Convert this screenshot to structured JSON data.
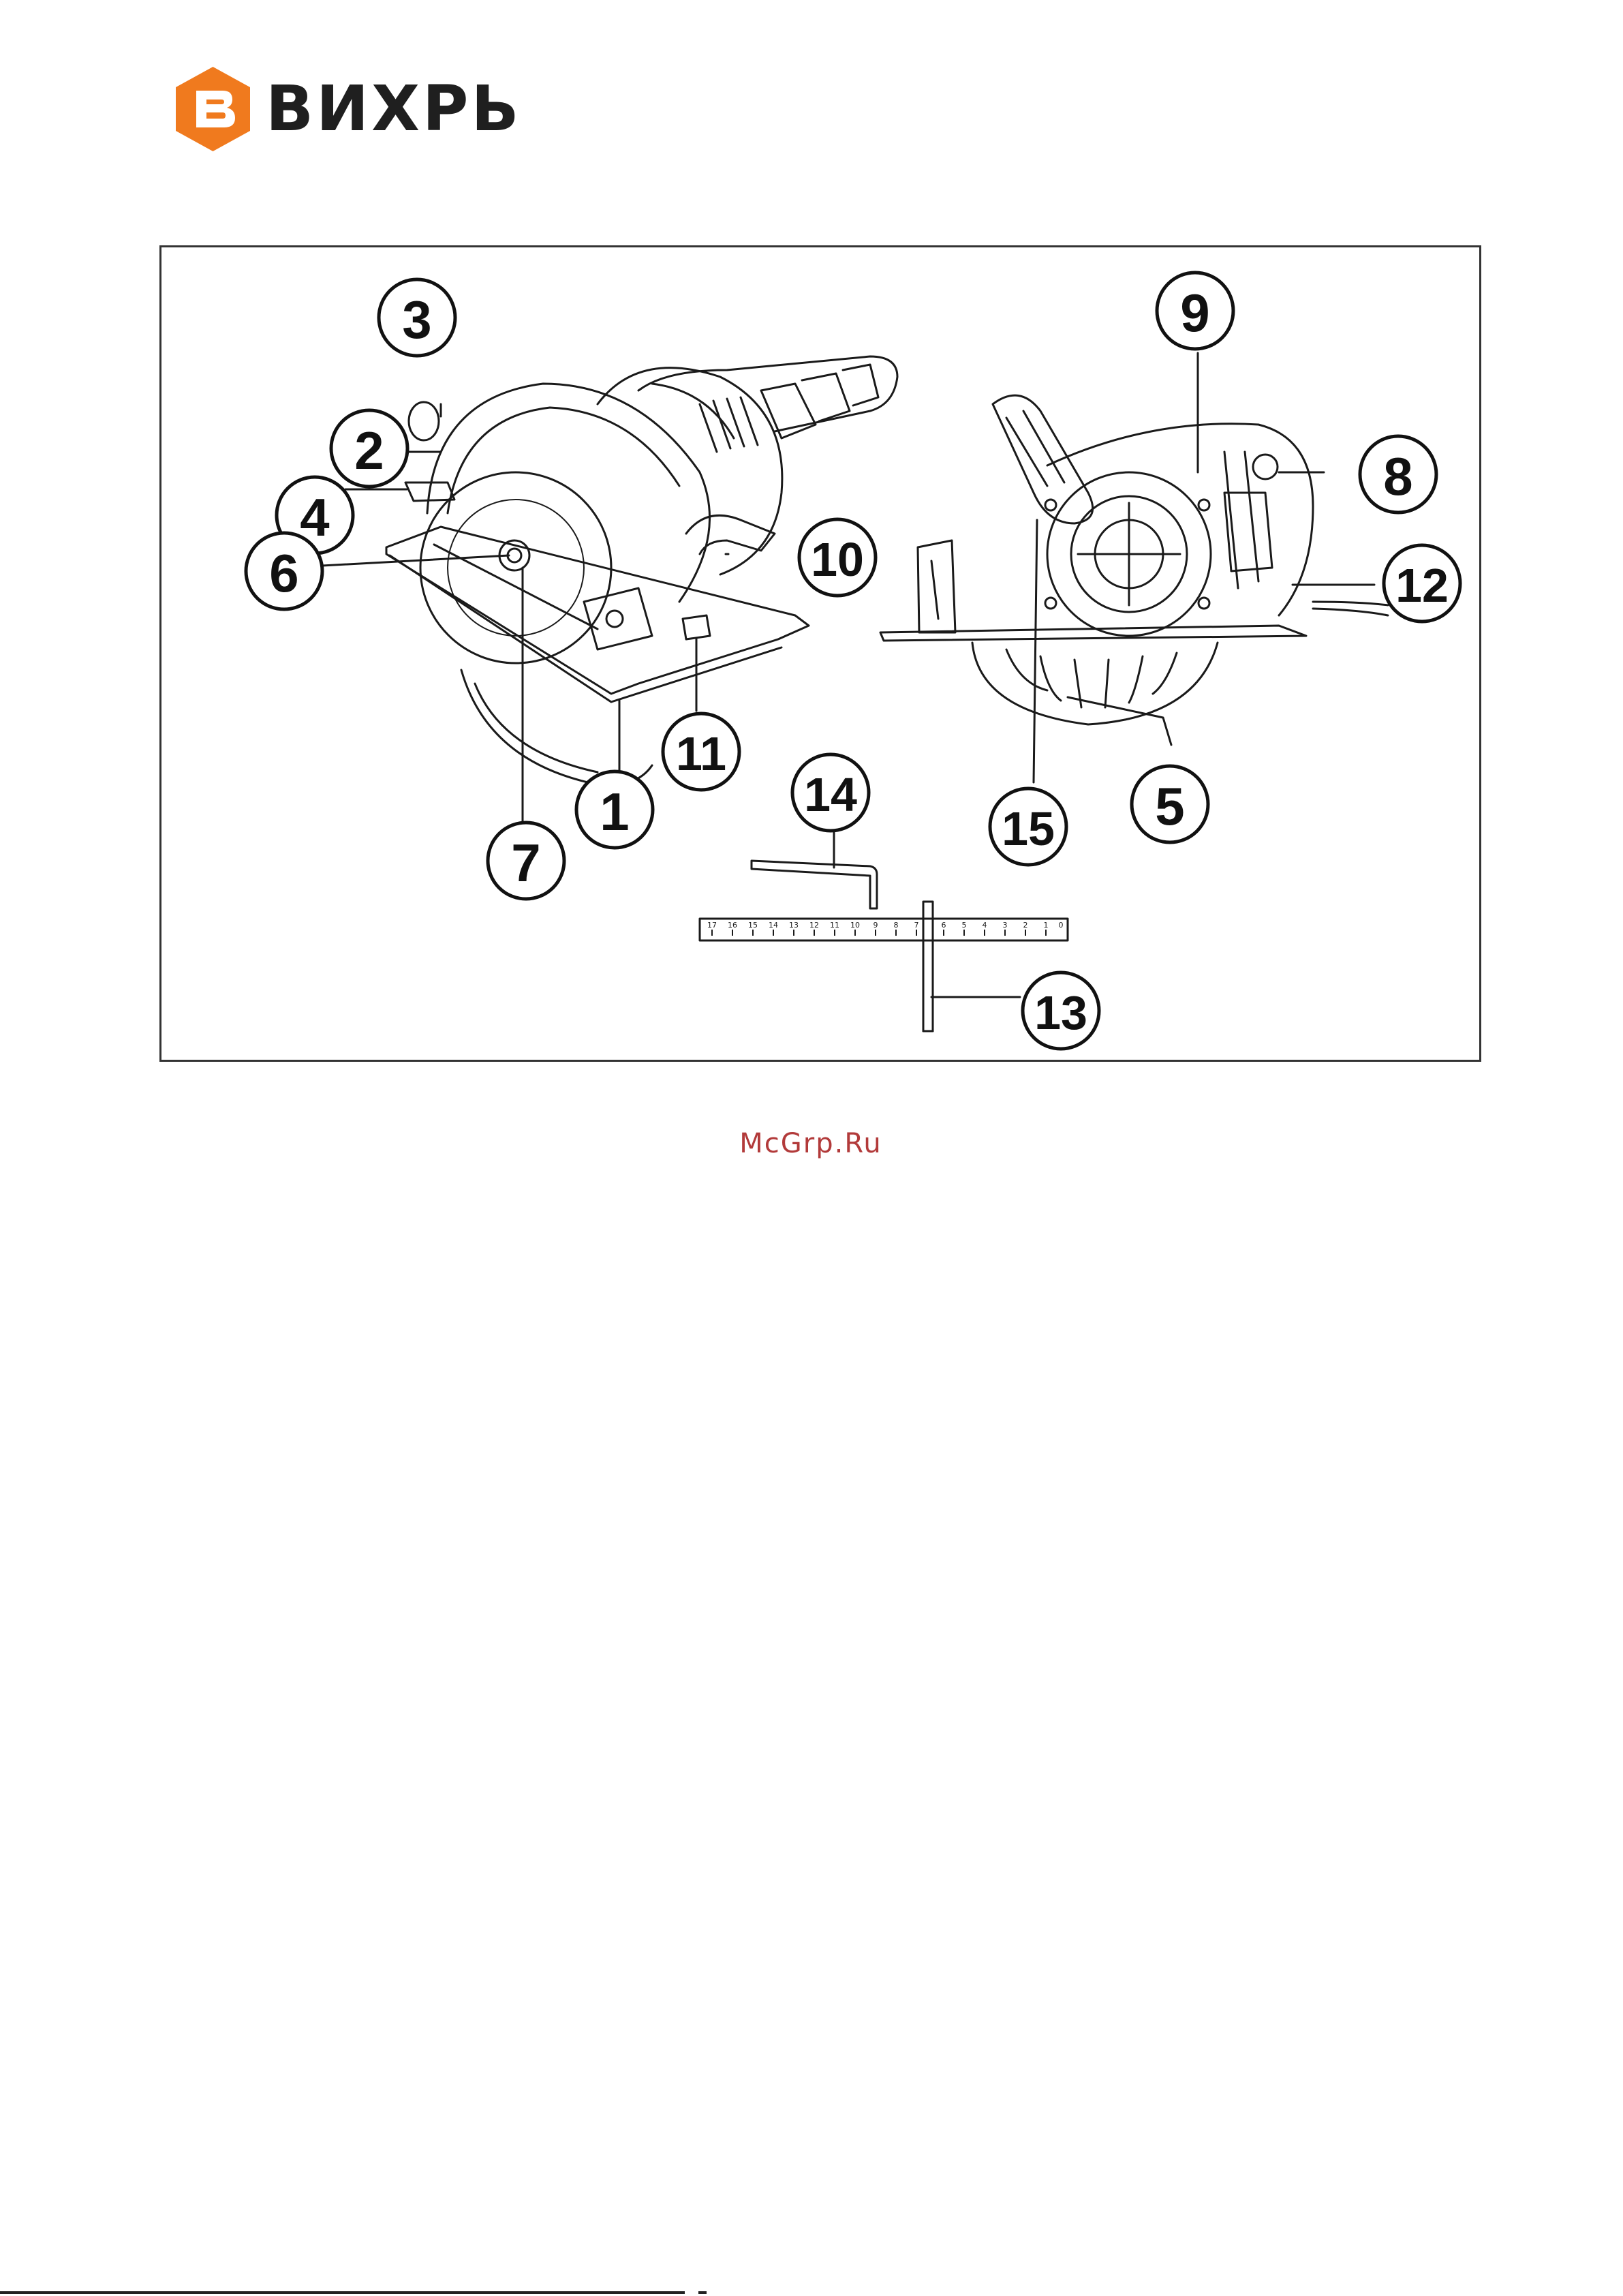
{
  "header": {
    "brand_name": "ВИХРЬ",
    "logo_icon": "hexagon-letter-v-logo",
    "brand_color": "#F07A1E"
  },
  "figure": {
    "callouts": [
      {
        "id": "callout-1",
        "label": "1"
      },
      {
        "id": "callout-2",
        "label": "2"
      },
      {
        "id": "callout-3",
        "label": "3"
      },
      {
        "id": "callout-4",
        "label": "4"
      },
      {
        "id": "callout-5",
        "label": "5"
      },
      {
        "id": "callout-6",
        "label": "6"
      },
      {
        "id": "callout-7",
        "label": "7"
      },
      {
        "id": "callout-8",
        "label": "8"
      },
      {
        "id": "callout-9",
        "label": "9"
      },
      {
        "id": "callout-10",
        "label": "10"
      },
      {
        "id": "callout-11",
        "label": "11"
      },
      {
        "id": "callout-12",
        "label": "12"
      },
      {
        "id": "callout-13",
        "label": "13"
      },
      {
        "id": "callout-14",
        "label": "14"
      },
      {
        "id": "callout-15",
        "label": "15"
      }
    ],
    "ruler_marks": [
      "17",
      "16",
      "15",
      "14",
      "13",
      "12",
      "11",
      "10",
      "9",
      "8",
      "7",
      "6",
      "5",
      "4",
      "3",
      "2",
      "1",
      "0"
    ]
  },
  "footer": {
    "watermark": "McGrp.Ru"
  }
}
